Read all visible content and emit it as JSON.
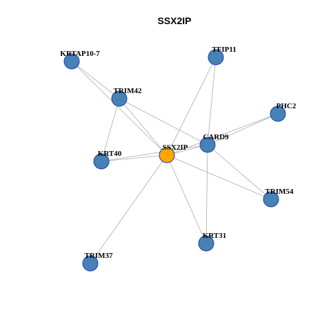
{
  "title": "SSX2IP",
  "colors": {
    "hub": "#FFA500",
    "node": "#4682B4",
    "node_border": "#1E3FB4",
    "edge": "#AAAAAA"
  },
  "nodes": [
    {
      "id": "SSX2IP",
      "label": "SSX2IP",
      "hub": true
    },
    {
      "id": "KRTAP10-7",
      "label": "KRTAP10-7"
    },
    {
      "id": "TFIP11",
      "label": "TFIP11"
    },
    {
      "id": "TRIM42",
      "label": "TRIM42"
    },
    {
      "id": "PHC2",
      "label": "PHC2"
    },
    {
      "id": "CARD9",
      "label": "CARD9"
    },
    {
      "id": "KRT40",
      "label": "KRT40"
    },
    {
      "id": "TRIM54",
      "label": "TRIM54"
    },
    {
      "id": "KRT31",
      "label": "KRT31"
    },
    {
      "id": "TRIM37",
      "label": "TRIM37"
    }
  ],
  "edges": [
    [
      "KRTAP10-7",
      "TRIM42"
    ],
    [
      "KRTAP10-7",
      "SSX2IP"
    ],
    [
      "TRIM42",
      "SSX2IP"
    ],
    [
      "TRIM42",
      "KRT40"
    ],
    [
      "TRIM42",
      "CARD9"
    ],
    [
      "TFIP11",
      "SSX2IP"
    ],
    [
      "TFIP11",
      "CARD9"
    ],
    [
      "PHC2",
      "SSX2IP"
    ],
    [
      "PHC2",
      "CARD9"
    ],
    [
      "CARD9",
      "SSX2IP"
    ],
    [
      "CARD9",
      "KRT40"
    ],
    [
      "CARD9",
      "KRT31"
    ],
    [
      "CARD9",
      "TRIM54"
    ],
    [
      "KRT40",
      "SSX2IP"
    ],
    [
      "SSX2IP",
      "TRIM54"
    ],
    [
      "SSX2IP",
      "KRT31"
    ],
    [
      "SSX2IP",
      "TRIM37"
    ]
  ]
}
